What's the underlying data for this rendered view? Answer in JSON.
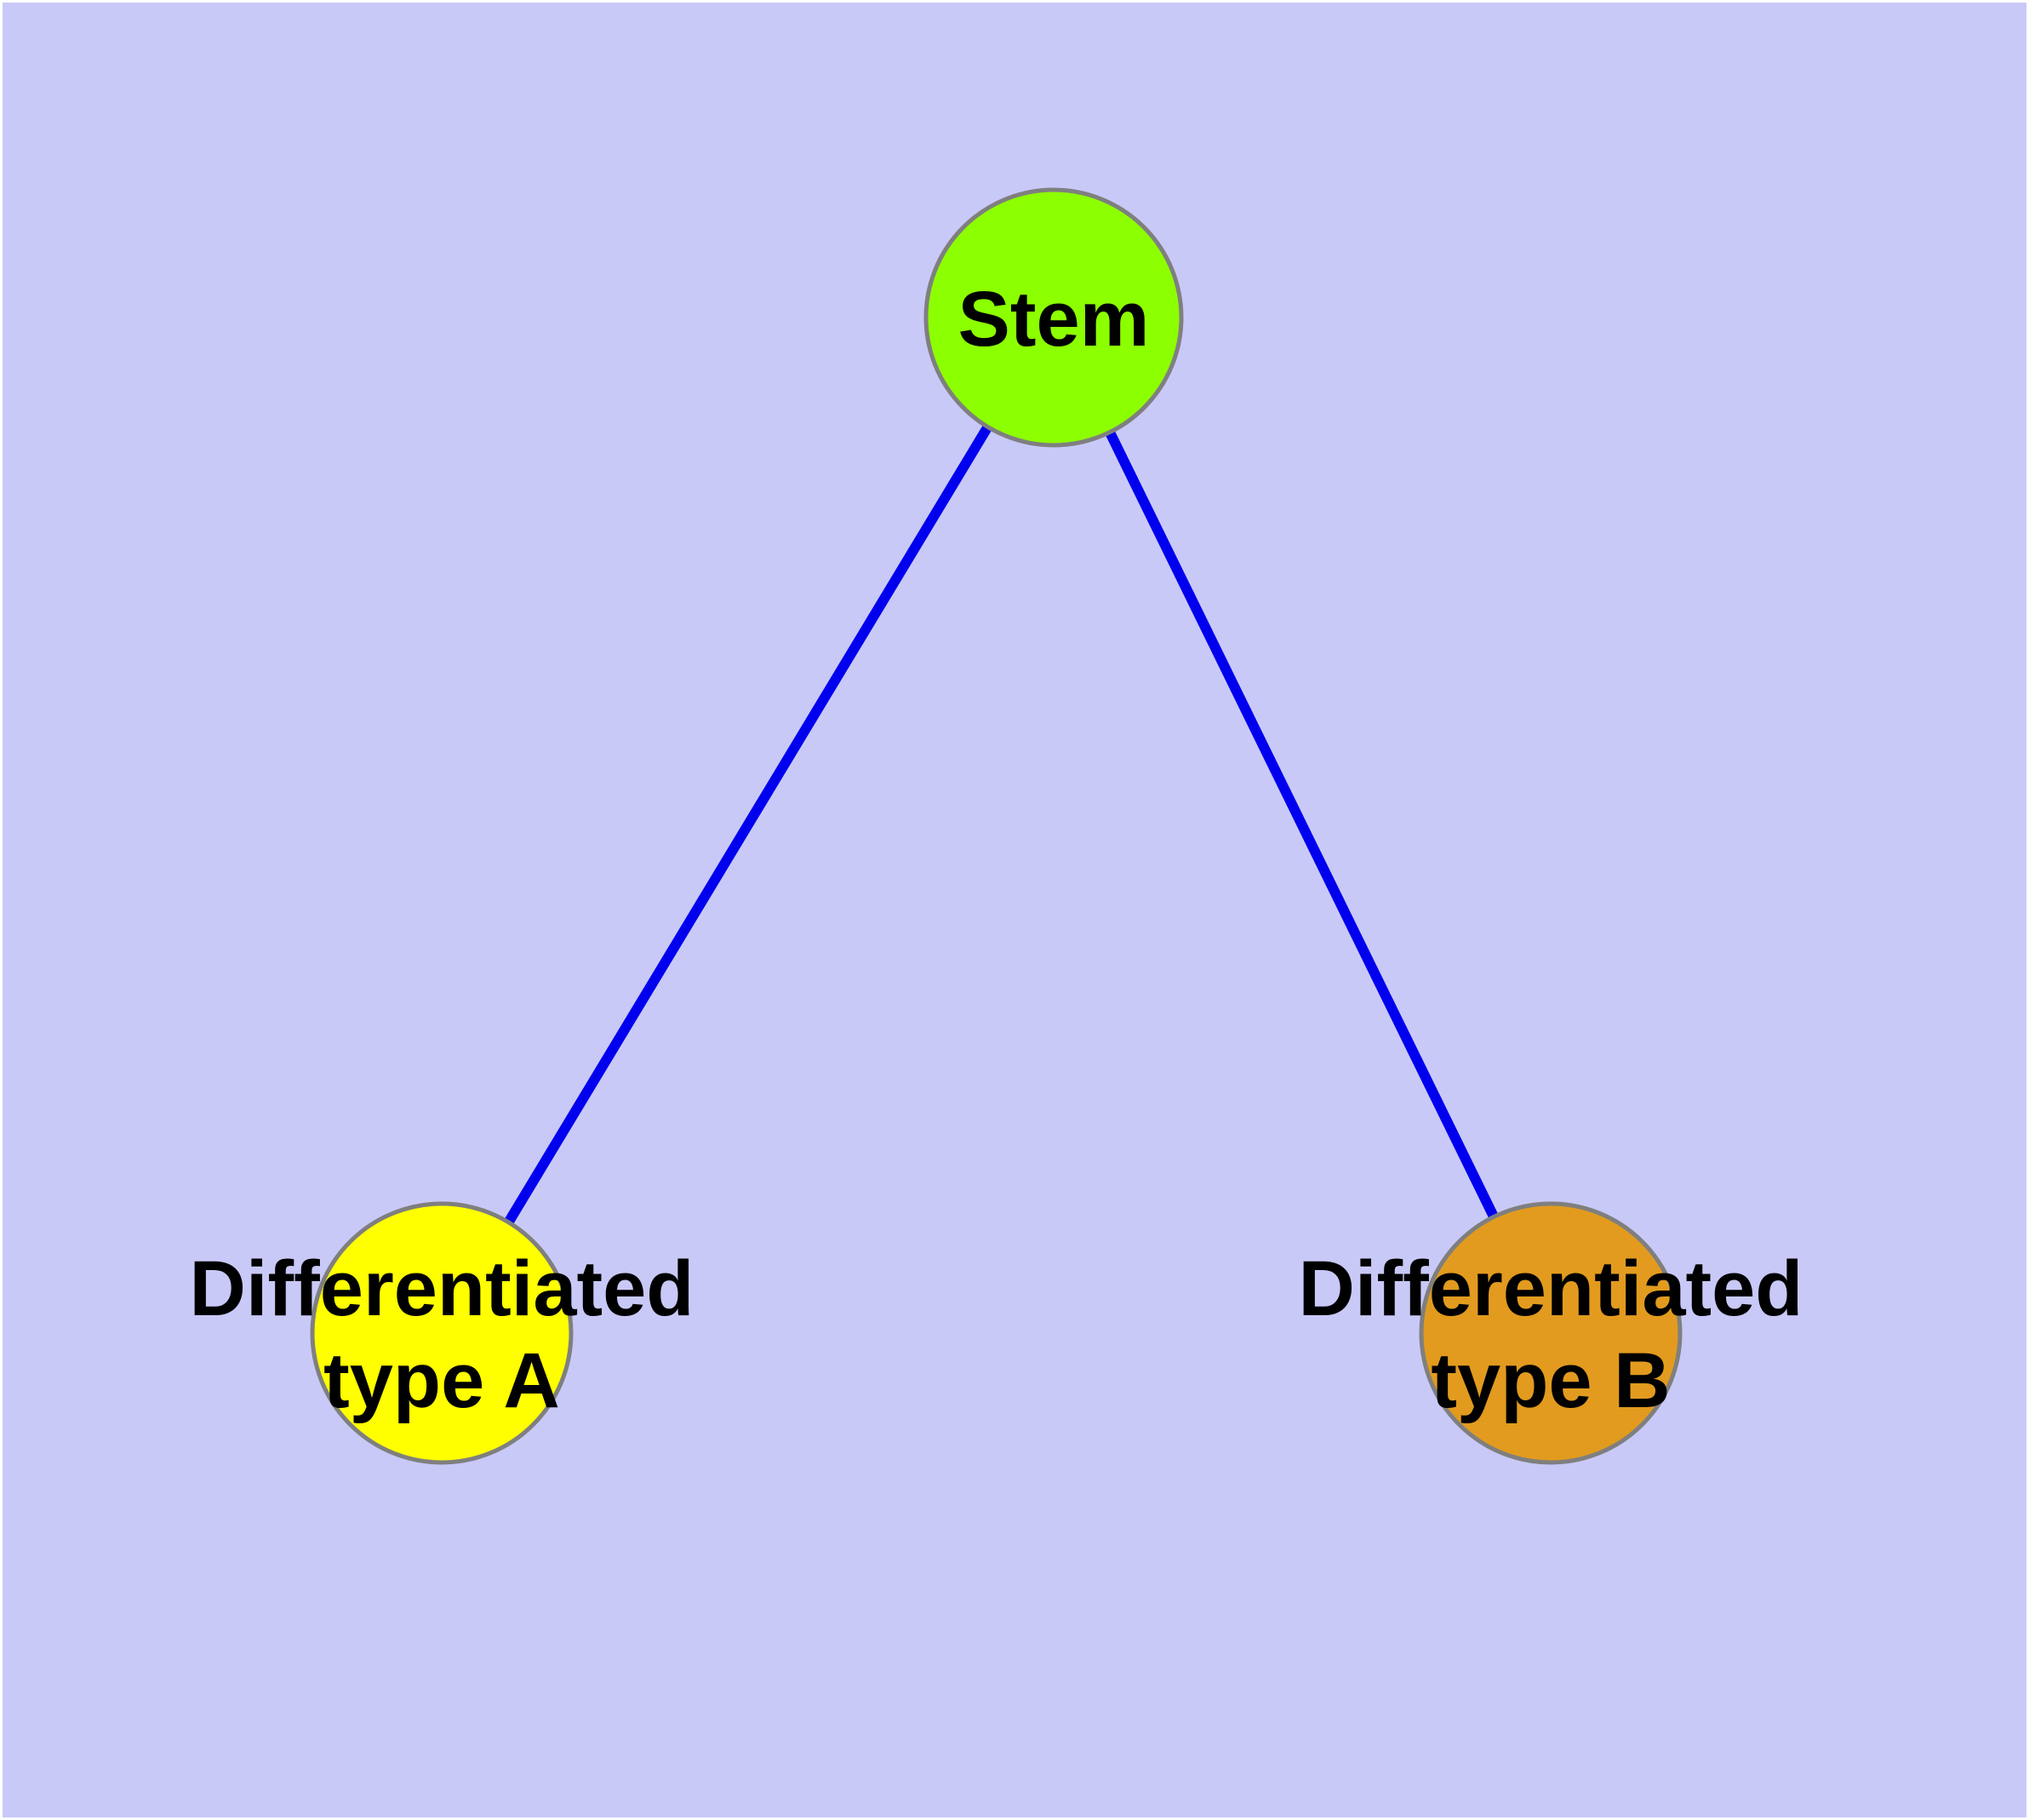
{
  "figure": {
    "title": "Stem cell differentiation diagram",
    "background_color": "#C9C9F8",
    "frame_color": "#FFFFFF",
    "text_color": "#000000",
    "edge_color": "#0000EE",
    "edge_width": "12",
    "node_border_color": "#7F7F7F",
    "node_border_width": "5",
    "nodes": [
      {
        "id": "stem",
        "label": "Stem",
        "label_lines": [
          "Stem"
        ],
        "fill": "#8CFF00"
      },
      {
        "id": "differentiated-type-a",
        "label": "Differentiated type A",
        "label_lines": [
          "Differentiated",
          "type A"
        ],
        "fill": "#FFFF00"
      },
      {
        "id": "differentiated-type-b",
        "label": "Differentiated type B",
        "label_lines": [
          "Differentiated",
          "type B"
        ],
        "fill": "#E29B1E"
      }
    ],
    "edges": [
      {
        "from": "Stem",
        "to": "Differentiated type A"
      },
      {
        "from": "Stem",
        "to": "Differentiated type B"
      }
    ]
  }
}
